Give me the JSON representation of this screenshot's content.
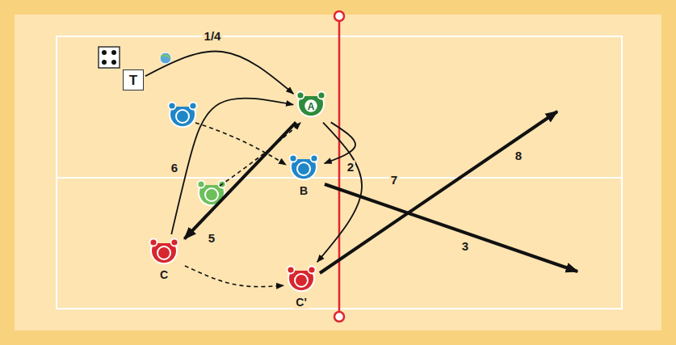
{
  "diagram": {
    "nodes": [
      {
        "text": [
          "T"
        ]
      },
      {
        "text": [
          "A"
        ]
      },
      {
        "text": [
          "B"
        ]
      },
      {
        "text": [
          "C"
        ]
      },
      {
        "text": [
          "C'"
        ]
      }
    ],
    "edges": [
      {
        "from": 0,
        "to": 1,
        "arrow": "to",
        "label": "1/4"
      },
      {
        "from": 1,
        "to": 2,
        "arrow": "to",
        "label": "2"
      },
      {
        "from": 1,
        "to": 3,
        "arrow": "to",
        "label": "5"
      },
      {
        "from": 3,
        "to": 1,
        "arrow": "to",
        "label": "6"
      },
      {
        "from": 1,
        "to": 4,
        "arrow": "to",
        "label": "7"
      },
      {
        "from": 3,
        "to": 4,
        "arrow": "to"
      }
    ],
    "labels": [
      "3",
      "8"
    ]
  }
}
